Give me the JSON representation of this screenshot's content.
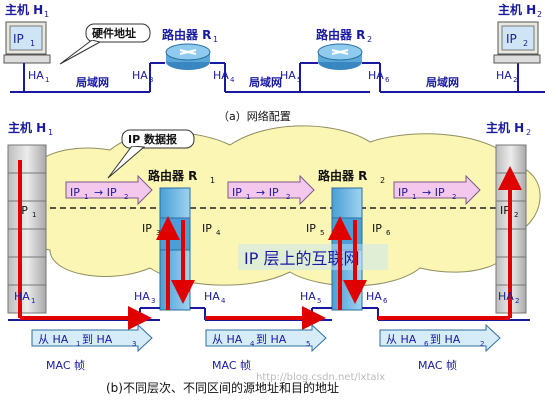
{
  "panel_a": {
    "host1": "主机 H",
    "host1_sub": "1",
    "host2": "主机 H",
    "host2_sub": "2",
    "router1": "路由器 R",
    "router1_sub": "1",
    "router2": "路由器 R",
    "router2_sub": "2",
    "ip1": "IP",
    "ip1_sub": "1",
    "ip2": "IP",
    "ip2_sub": "2",
    "hw_addr_callout": "硬件地址",
    "lan": "局域网",
    "ha": [
      "HA",
      "HA",
      "HA",
      "HA",
      "HA",
      "HA"
    ],
    "ha_sub": [
      "1",
      "3",
      "4",
      "5",
      "6",
      "2"
    ],
    "caption": "（a）网络配置"
  },
  "panel_b": {
    "host1": "主机 H",
    "host1_sub": "1",
    "host2": "主机 H",
    "host2_sub": "2",
    "router1": "路由器 R",
    "router1_sub": "1",
    "router2": "路由器 R",
    "router2_sub": "2",
    "ip_datagram_callout": "IP 数据报",
    "ip_flow": [
      "IP",
      "→ IP"
    ],
    "ip_flow_sub": [
      "1",
      "2"
    ],
    "ip_labels": [
      "IP",
      "IP",
      "IP",
      "IP",
      "IP",
      "IP"
    ],
    "ip_label_subs": [
      "1",
      "3",
      "4",
      "5",
      "6",
      "2"
    ],
    "internet_label": "IP 层上的互联网",
    "ha_labels": [
      "HA",
      "HA",
      "HA",
      "HA",
      "HA",
      "HA"
    ],
    "ha_subs": [
      "1",
      "3",
      "4",
      "5",
      "6",
      "2"
    ],
    "frames": [
      {
        "from": "从 HA",
        "from_sub": "1",
        "mid": " 到 HA",
        "to_sub": "3"
      },
      {
        "from": "从 HA",
        "from_sub": "4",
        "mid": " 到 HA",
        "to_sub": "5"
      },
      {
        "from": "从 HA",
        "from_sub": "6",
        "mid": " 到 HA",
        "to_sub": "2"
      }
    ],
    "mac_frame": "MAC 帧",
    "caption": "(b)不同层次、不同区间的源地址和目的地址",
    "watermark": "http://blog.csdn.net/lxtalx"
  },
  "colors": {
    "blue_text": "#1a1aa0",
    "red": "#e00000",
    "cloud": "#fbf6b4",
    "router": "#5aa8d8"
  }
}
